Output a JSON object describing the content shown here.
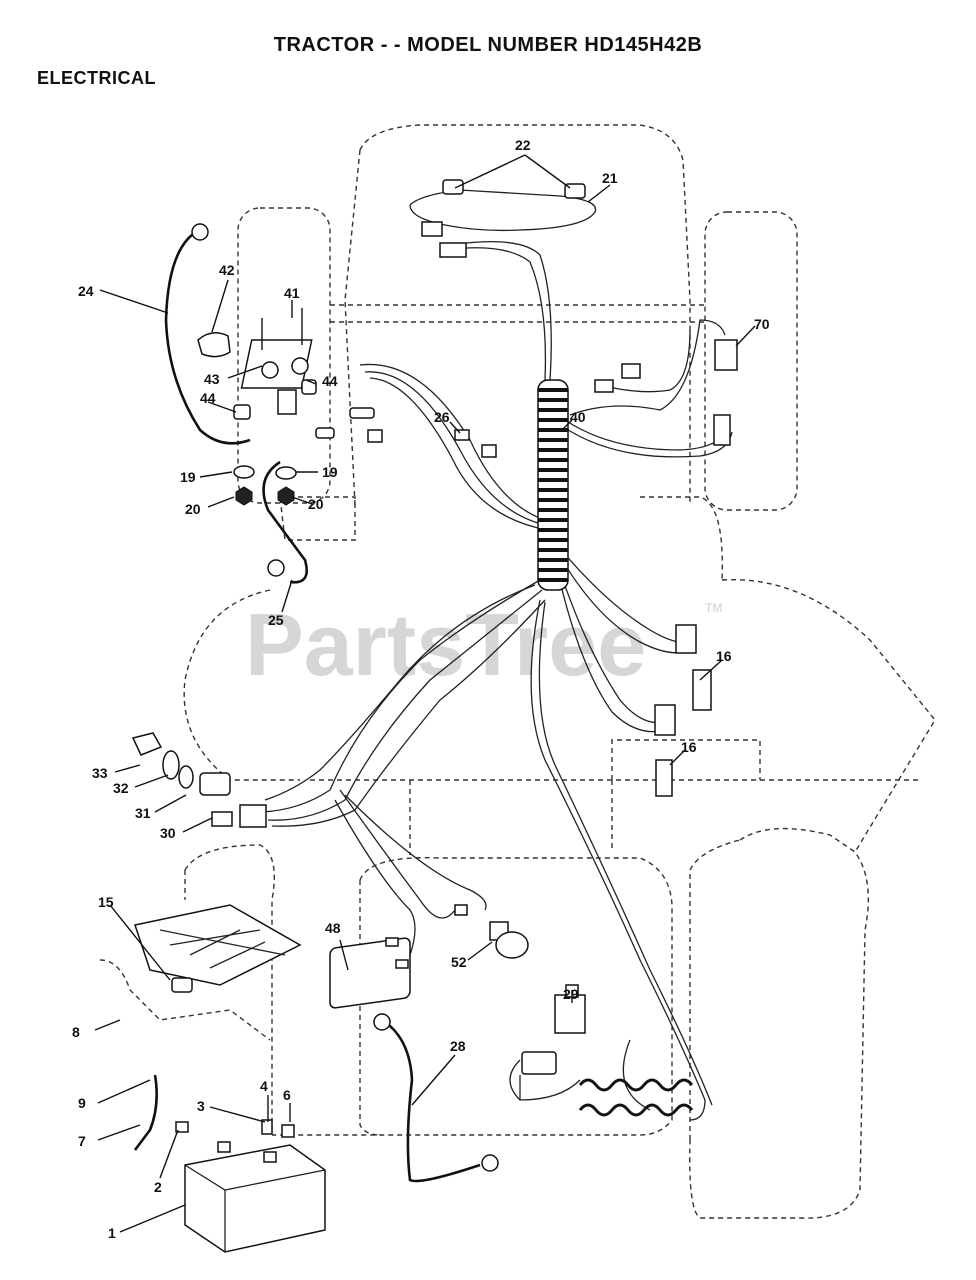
{
  "header": {
    "title": "TRACTOR - - MODEL NUMBER HD145H42B",
    "section": "ELECTRICAL"
  },
  "watermark": {
    "text": "PartsTree",
    "tm": "TM"
  },
  "callouts": {
    "c1": "1",
    "c2": "2",
    "c3": "3",
    "c4": "4",
    "c6": "6",
    "c7": "7",
    "c8": "8",
    "c9": "9",
    "c15": "15",
    "c16a": "16",
    "c16b": "16",
    "c19a": "19",
    "c19b": "19",
    "c20a": "20",
    "c20b": "20",
    "c21": "21",
    "c22": "22",
    "c24": "24",
    "c25": "25",
    "c26": "26",
    "c28": "28",
    "c29": "29",
    "c30": "30",
    "c31": "31",
    "c32": "32",
    "c33": "33",
    "c40": "40",
    "c41": "41",
    "c42": "42",
    "c43": "43",
    "c44a": "44",
    "c44b": "44",
    "c48": "48",
    "c52": "52",
    "c70": "70"
  }
}
